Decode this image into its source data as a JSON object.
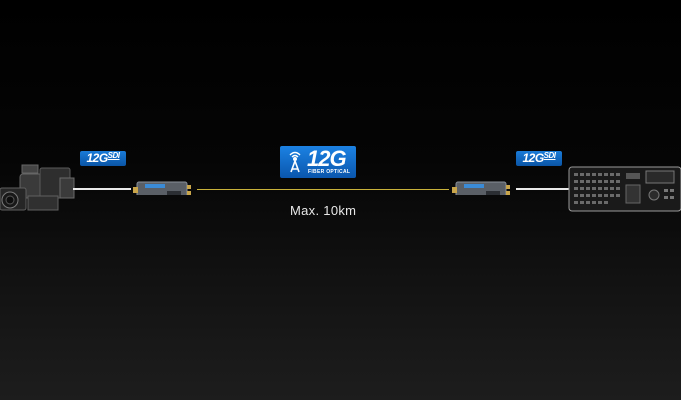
{
  "badges": {
    "left_sdi": {
      "main": "12G",
      "sub": "SDI"
    },
    "right_sdi": {
      "main": "12G",
      "sub": "SDI"
    },
    "fiber": {
      "main": "12G",
      "sub": "FIBER OPTICAL"
    }
  },
  "distance_label": "Max. 10km",
  "colors": {
    "fiber_line": "#c9b23a",
    "badge_blue": "#0b6fd0",
    "cable": "#e9e9e9"
  },
  "icons": [
    "camera-icon",
    "fiber-converter-icon",
    "fiber-converter-icon",
    "broadcast-switcher-icon",
    "antenna-icon"
  ]
}
